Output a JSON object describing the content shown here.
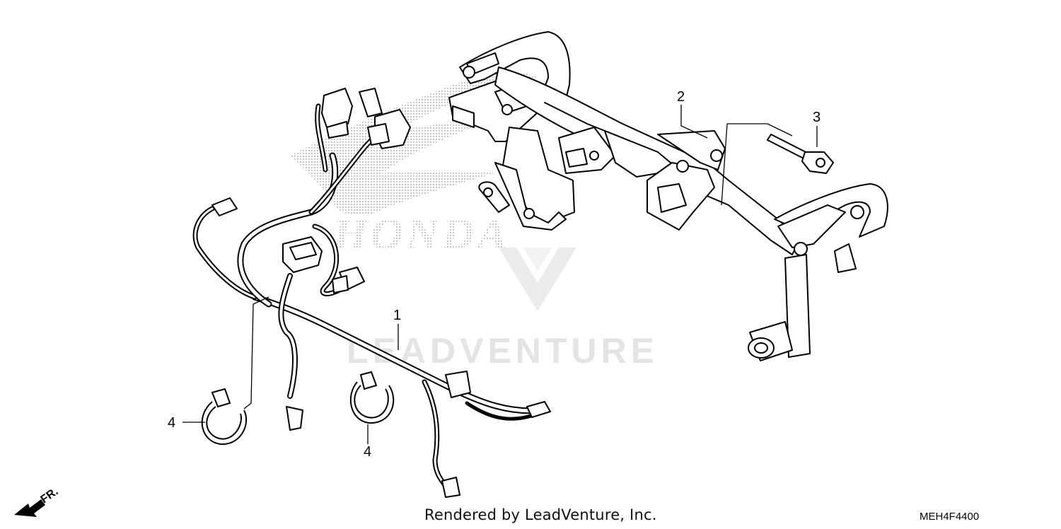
{
  "diagram": {
    "callouts": [
      {
        "id": "1",
        "label": "1"
      },
      {
        "id": "2",
        "label": "2"
      },
      {
        "id": "3",
        "label": "3"
      },
      {
        "id": "4a",
        "label": "4"
      },
      {
        "id": "4b",
        "label": "4"
      }
    ],
    "front_indicator": "FR.",
    "watermark_brand": "HONDA",
    "watermark_text": "LEADVENTURE",
    "footer": "Rendered by LeadVenture, Inc.",
    "drawing_code": "MEH4F4400"
  },
  "colors": {
    "line": "#000000",
    "watermark": "#e4e4e4",
    "background": "#ffffff"
  }
}
